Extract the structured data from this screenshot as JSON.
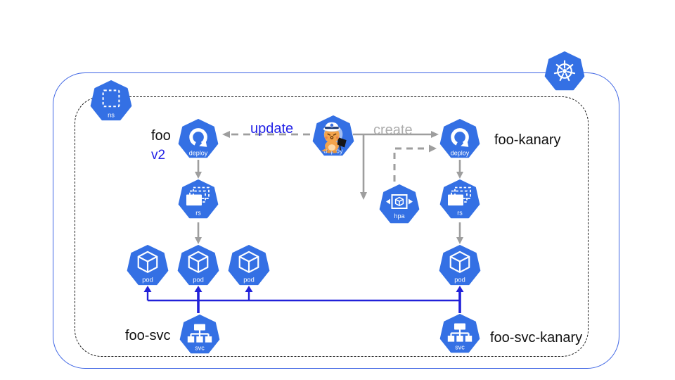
{
  "colors": {
    "icon_blue": "#3470E4",
    "cluster_border_blue": "#3D64E4",
    "namespace_border_black": "#1b1b1b",
    "connector_gray": "#9E9E9E",
    "connector_blue": "#2121D9",
    "update_text_blue": "#2121E6",
    "create_text_gray": "#ACACAC",
    "label_black": "#111111"
  },
  "icon_labels": {
    "namespace": "ns",
    "deploy": "deploy",
    "replicaset": "rs",
    "pod": "pod",
    "service": "svc",
    "hpa": "hpa"
  },
  "nodes": {
    "foo_deployment": {
      "name": "foo",
      "version": "v2"
    },
    "kanary_deployment": {
      "name": "foo-kanary"
    },
    "foo_service": {
      "name": "foo-svc"
    },
    "kanary_service": {
      "name": "foo-svc-kanary"
    }
  },
  "edges": {
    "update_label": "update",
    "create_label": "create"
  }
}
